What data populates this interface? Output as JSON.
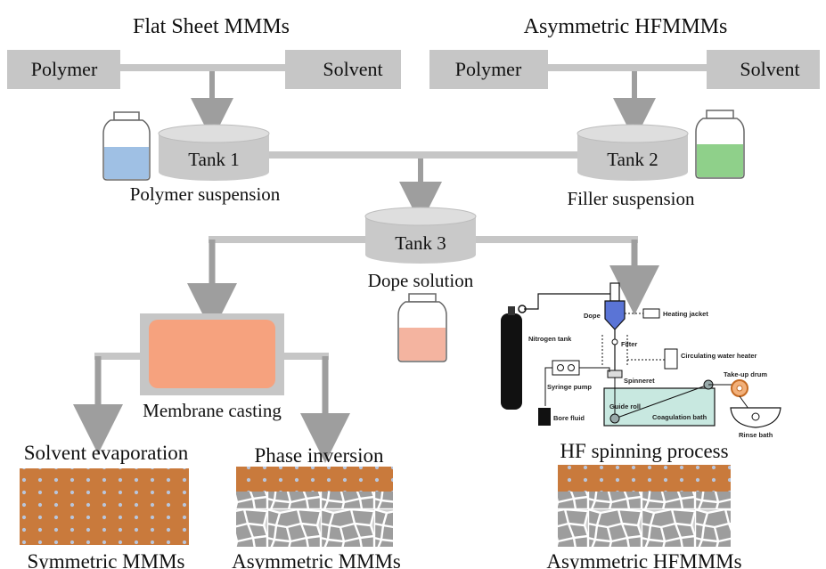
{
  "headers": {
    "flat_sheet": "Flat Sheet MMMs",
    "asymmetric_hf": "Asymmetric HFMMMs"
  },
  "left_bar": {
    "polymer": "Polymer",
    "solvent": "Solvent"
  },
  "right_bar": {
    "polymer": "Polymer",
    "solvent": "Solvent"
  },
  "tanks": {
    "tank1": "Tank 1",
    "tank2": "Tank 2",
    "tank3": "Tank 3"
  },
  "captions": {
    "polymer_suspension": "Polymer suspension",
    "filler_suspension": "Filler suspension",
    "dope_solution": "Dope solution",
    "membrane_casting": "Membrane casting",
    "solvent_evaporation": "Solvent evaporation",
    "phase_inversion": "Phase inversion",
    "hf_spinning": "HF spinning process"
  },
  "outputs": {
    "symmetric": "Symmetric MMMs",
    "asymmetric": "Asymmetric MMMs",
    "asymmetric_hf": "Asymmetric HFMMMs"
  },
  "spinning_setup": {
    "nitrogen_tank": "Nitrogen tank",
    "dope": "Dope",
    "heating_jacket": "Heating jacket",
    "filter": "Filter",
    "circulating_water_heater": "Circulating water heater",
    "spinneret": "Spinneret",
    "syringe_pump": "Syringe pump",
    "take_up_drum": "Take-up drum",
    "guide_roll": "Guide roll",
    "coagulation_bath": "Coagulation bath",
    "bore_fluid": "Bore fluid",
    "rinse_bath": "Rinse bath"
  },
  "colors": {
    "bar_grey": "#c6c6c6",
    "tank_grey": "#c9c9c9",
    "bottle_blue": "#9fc0e4",
    "bottle_green": "#8fd08a",
    "bottle_red": "#f4b4a0",
    "casting_fill": "#f6a27e",
    "membrane_top": "#c97a3c",
    "membrane_support": "#cfcfcf",
    "bath_water": "#c8e8e0"
  }
}
